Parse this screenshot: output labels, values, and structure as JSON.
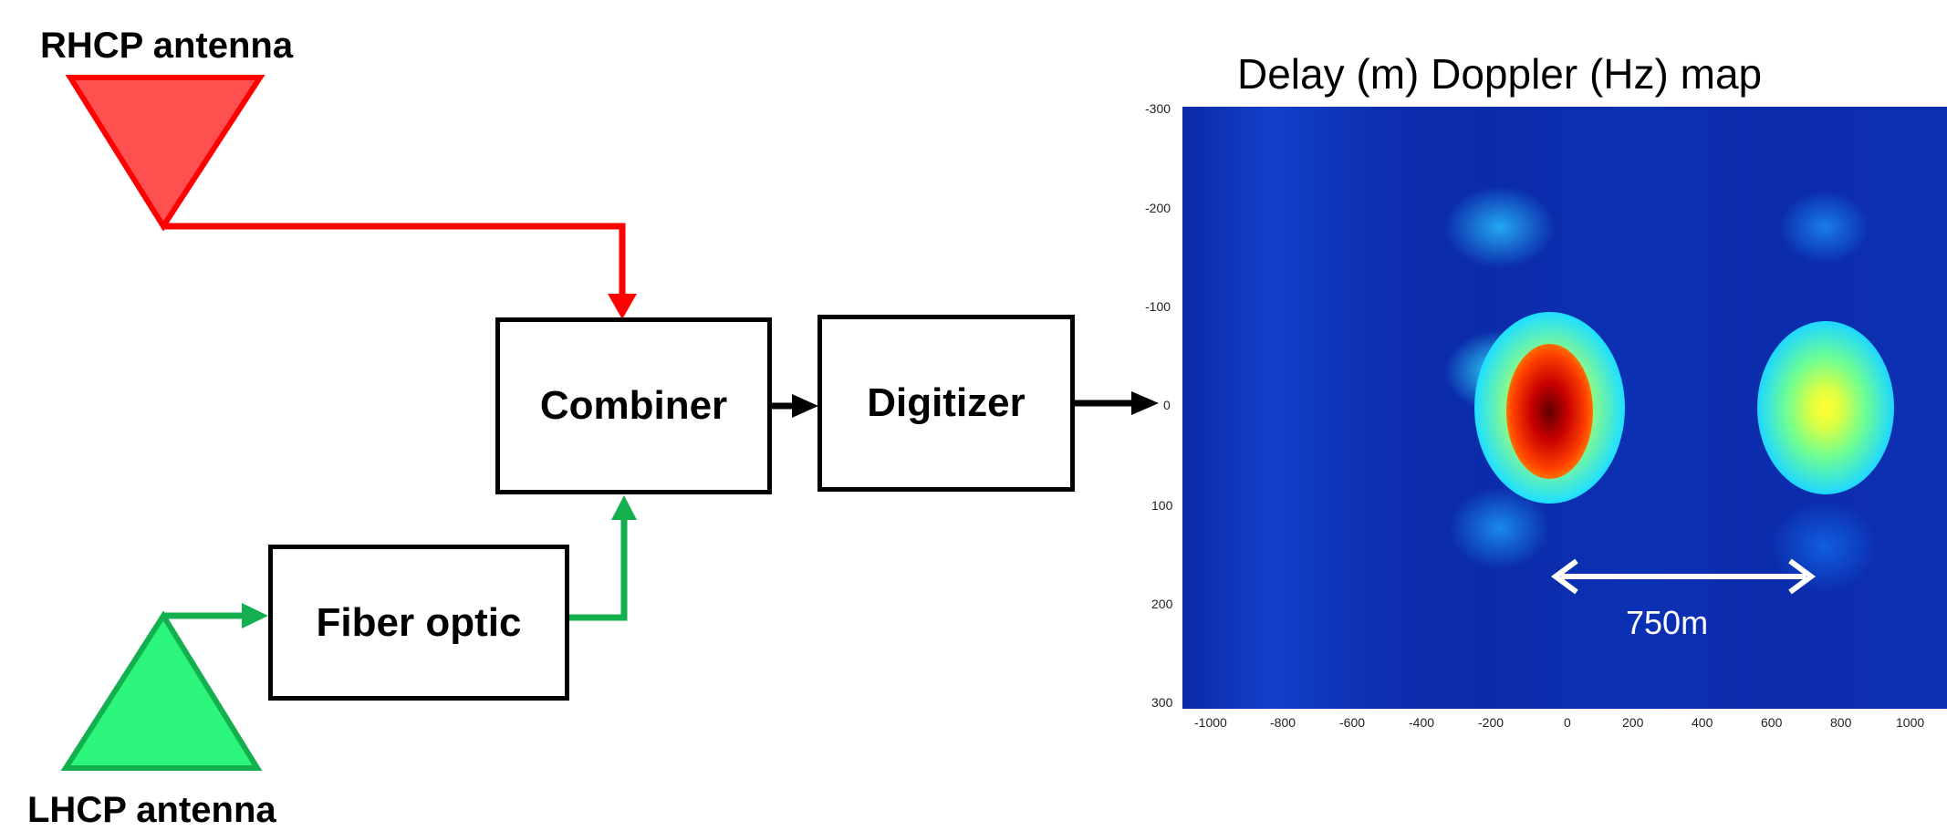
{
  "labels": {
    "rhcp": "RHCP antenna",
    "lhcp": "LHCP antenna"
  },
  "blocks": {
    "combiner": "Combiner",
    "digitizer": "Digitizer",
    "fiber": "Fiber optic"
  },
  "map": {
    "title": "Delay (m) Doppler (Hz) map",
    "y_ticks": [
      "-300",
      "-200",
      "-100",
      "0",
      "100",
      "200",
      "300"
    ],
    "x_ticks": [
      "-1000",
      "-800",
      "-600",
      "-400",
      "-200",
      "0",
      "200",
      "400",
      "600",
      "800",
      "1000"
    ],
    "separation_label": "750m"
  },
  "colors": {
    "rhcp": "#ff5050",
    "rhcp_line": "#ff0000",
    "lhcp": "#2cf57c",
    "lhcp_line": "#14b050"
  }
}
